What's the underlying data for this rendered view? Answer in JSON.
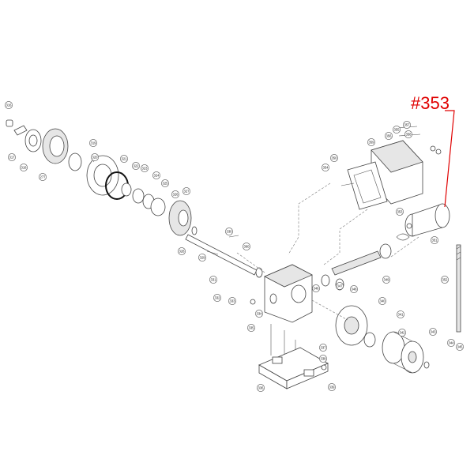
{
  "callout": {
    "label": "#353",
    "color": "#e00000"
  },
  "part_numbers": [
    "316",
    "317",
    "318",
    "319",
    "320",
    "277",
    "321",
    "322",
    "323",
    "324",
    "325",
    "326",
    "327",
    "328",
    "329",
    "330",
    "331",
    "332",
    "333",
    "334",
    "335",
    "336",
    "337",
    "338",
    "339",
    "340",
    "341",
    "342",
    "343",
    "344",
    "345",
    "346",
    "347",
    "348",
    "349",
    "350",
    "351",
    "352",
    "353",
    "354",
    "355",
    "356",
    "357",
    "358",
    "359",
    "360"
  ]
}
